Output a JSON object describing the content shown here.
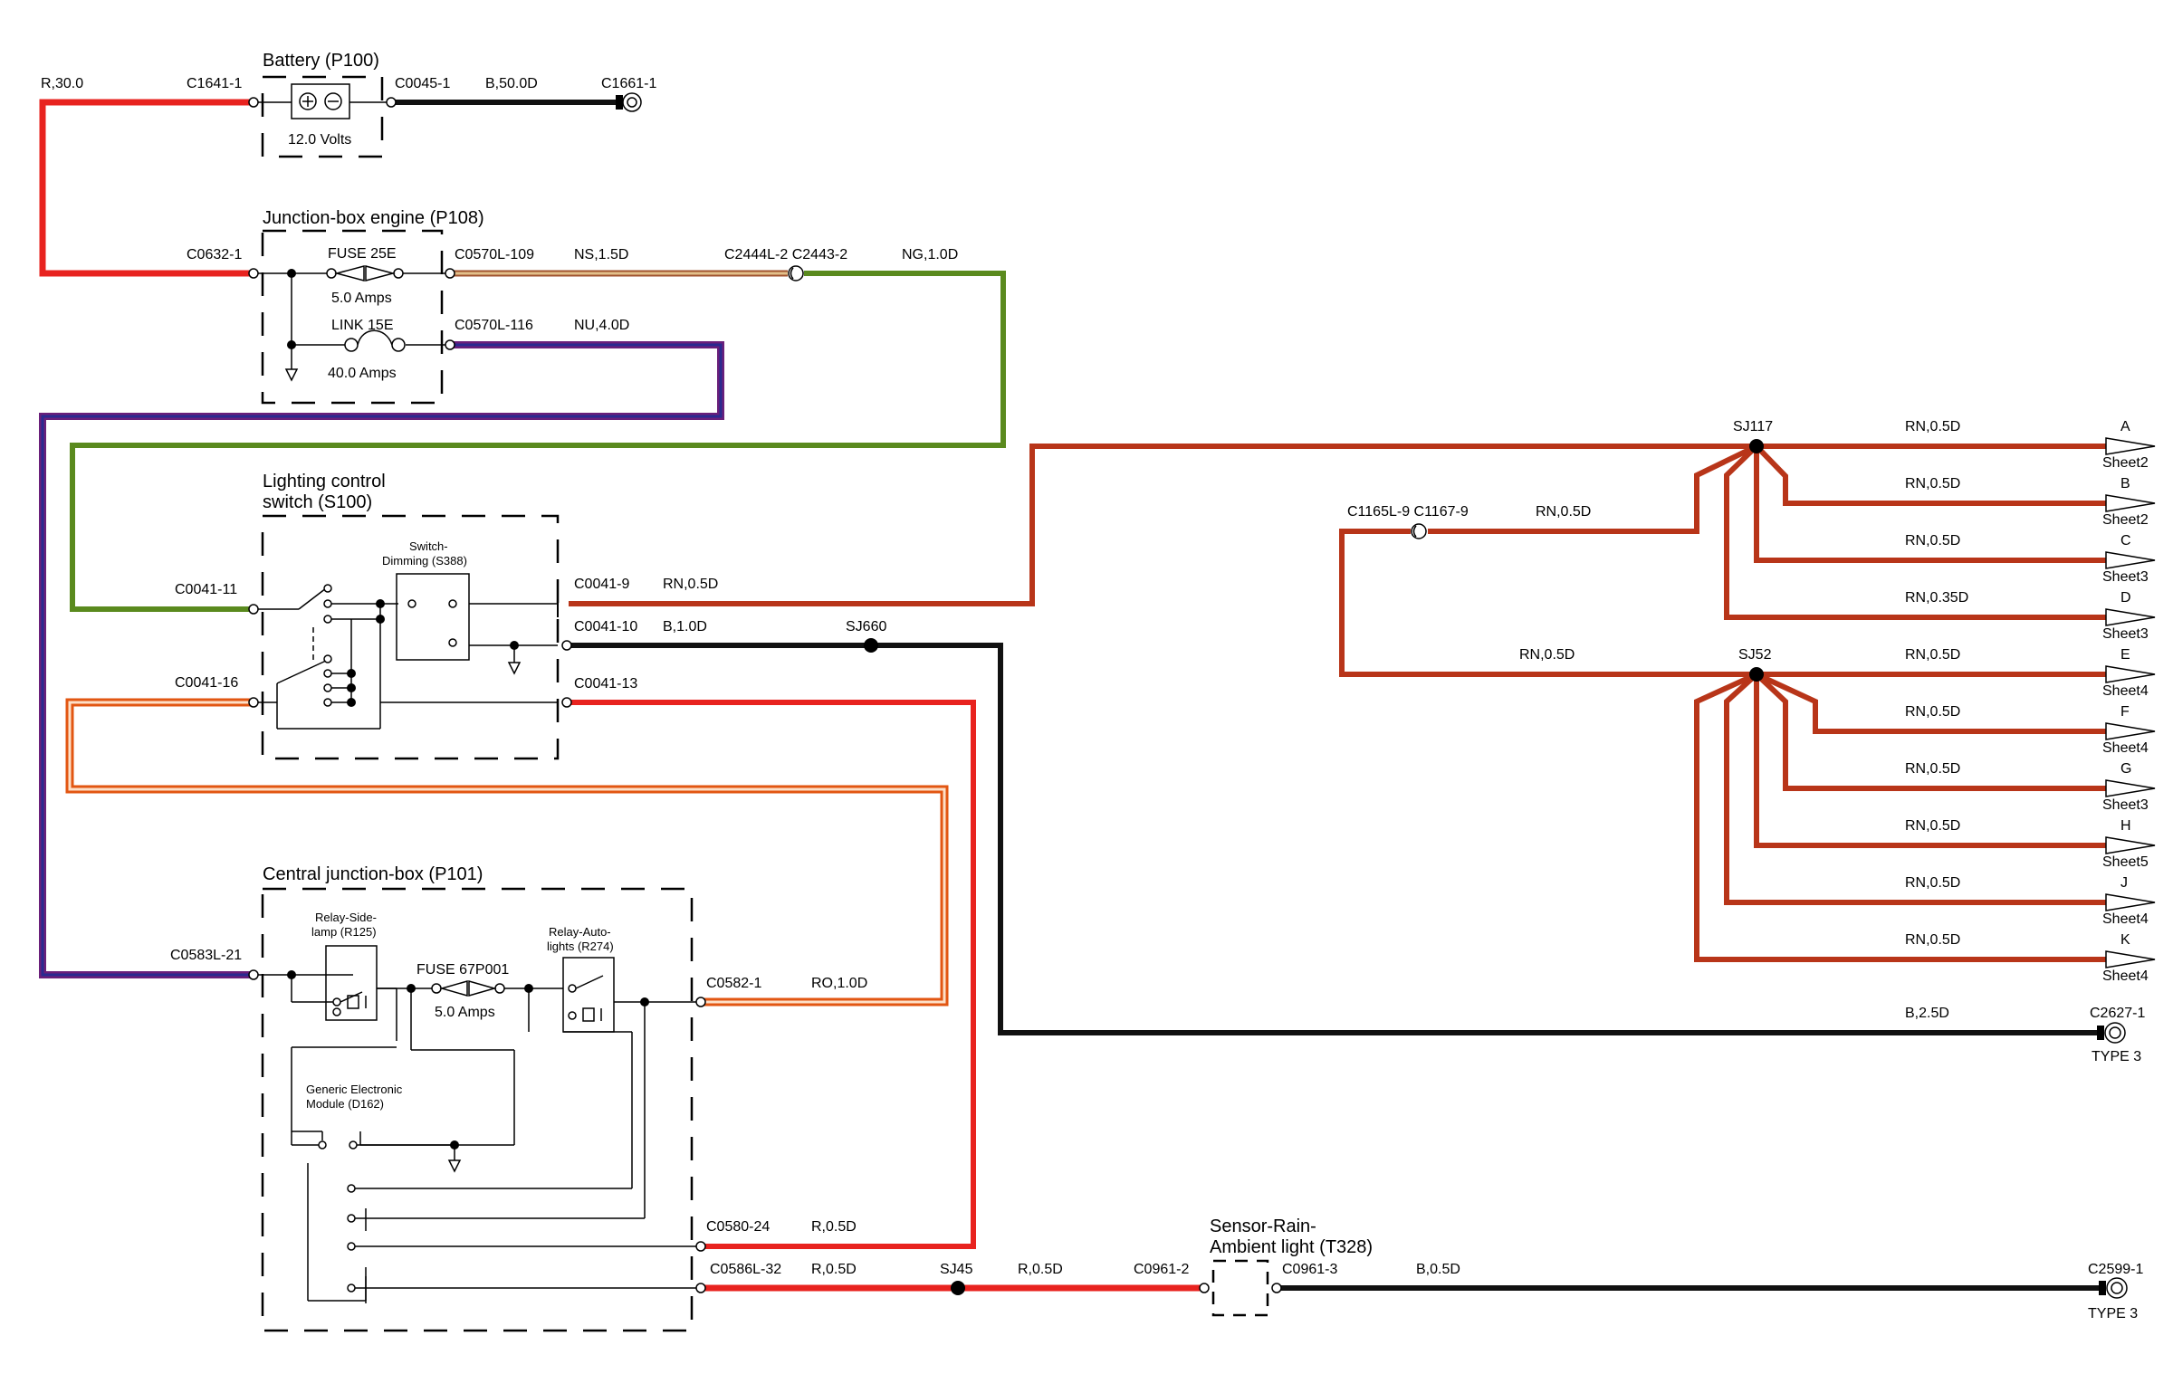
{
  "components": {
    "battery": {
      "title": "Battery (P100)",
      "rating": "12.0 Volts"
    },
    "junction_engine": {
      "title": "Junction-box engine (P108)",
      "fuse": "FUSE 25E",
      "fuse_rating": "5.0 Amps",
      "link": "LINK 15E",
      "link_rating": "40.0 Amps"
    },
    "lighting_switch": {
      "title_line1": "Lighting control",
      "title_line2": "switch (S100)",
      "dimming_line1": "Switch-",
      "dimming_line2": "Dimming (S388)"
    },
    "central_jbox": {
      "title": "Central junction-box (P101)",
      "relay_side_line1": "Relay-Side-",
      "relay_side_line2": "lamp (R125)",
      "fuse": "FUSE 67P001",
      "fuse_rating": "5.0 Amps",
      "relay_auto_line1": "Relay-Auto-",
      "relay_auto_line2": "lights (R274)",
      "gem_line1": "Generic Electronic",
      "gem_line2": "Module (D162)"
    },
    "sensor": {
      "title_line1": "Sensor-Rain-",
      "title_line2": "Ambient light (T328)"
    }
  },
  "connectors": {
    "c1641": "C1641-1",
    "c0045": "C0045-1",
    "c1661": "C1661-1",
    "c0632": "C0632-1",
    "c0570_109": "C0570L-109",
    "c2444": "C2444L-2 C2443-2",
    "c0570_116": "C0570L-116",
    "c0041_11": "C0041-11",
    "c0041_16": "C0041-16",
    "c0041_9": "C0041-9",
    "c0041_10": "C0041-10",
    "c0041_13": "C0041-13",
    "c0583": "C0583L-21",
    "c0582": "C0582-1",
    "c0580": "C0580-24",
    "c0586": "C0586L-32",
    "c0961_2": "C0961-2",
    "c0961_3": "C0961-3",
    "c2599": "C2599-1",
    "c2627": "C2627-1",
    "c1165": "C1165L-9 C1167-9"
  },
  "wires": {
    "r30": "R,30.0",
    "b50": "B,50.0D",
    "ns15": "NS,1.5D",
    "ng10": "NG,1.0D",
    "nu40": "NU,4.0D",
    "rn05_sw": "RN,0.5D",
    "b10": "B,1.0D",
    "ro10": "RO,1.0D",
    "r05_a": "R,0.5D",
    "r05_b": "R,0.5D",
    "r05_c": "R,0.5D",
    "b05": "B,0.5D",
    "b25": "B,2.5D",
    "rn05_c1165": "RN,0.5D",
    "rn05_sj52in": "RN,0.5D"
  },
  "splices": {
    "sj117": "SJ117",
    "sj52": "SJ52",
    "sj660": "SJ660",
    "sj45": "SJ45"
  },
  "grounds": {
    "type_2627": "TYPE 3",
    "type_2599": "TYPE 3"
  },
  "outputs": [
    {
      "letter": "A",
      "wire": "RN,0.5D",
      "sheet": "Sheet2"
    },
    {
      "letter": "B",
      "wire": "RN,0.5D",
      "sheet": "Sheet2"
    },
    {
      "letter": "C",
      "wire": "RN,0.5D",
      "sheet": "Sheet3"
    },
    {
      "letter": "D",
      "wire": "RN,0.35D",
      "sheet": "Sheet3"
    },
    {
      "letter": "E",
      "wire": "RN,0.5D",
      "sheet": "Sheet4"
    },
    {
      "letter": "F",
      "wire": "RN,0.5D",
      "sheet": "Sheet4"
    },
    {
      "letter": "G",
      "wire": "RN,0.5D",
      "sheet": "Sheet3"
    },
    {
      "letter": "H",
      "wire": "RN,0.5D",
      "sheet": "Sheet5"
    },
    {
      "letter": "J",
      "wire": "RN,0.5D",
      "sheet": "Sheet4"
    },
    {
      "letter": "K",
      "wire": "RN,0.5D",
      "sheet": "Sheet4"
    }
  ],
  "colors": {
    "red": "#e8231f",
    "black": "#111111",
    "brown_red": "#b83519",
    "green": "#5a8a1e",
    "purple": "#3a2a7a",
    "orange": "#ef6a1e",
    "tan": "#c89c6a"
  }
}
